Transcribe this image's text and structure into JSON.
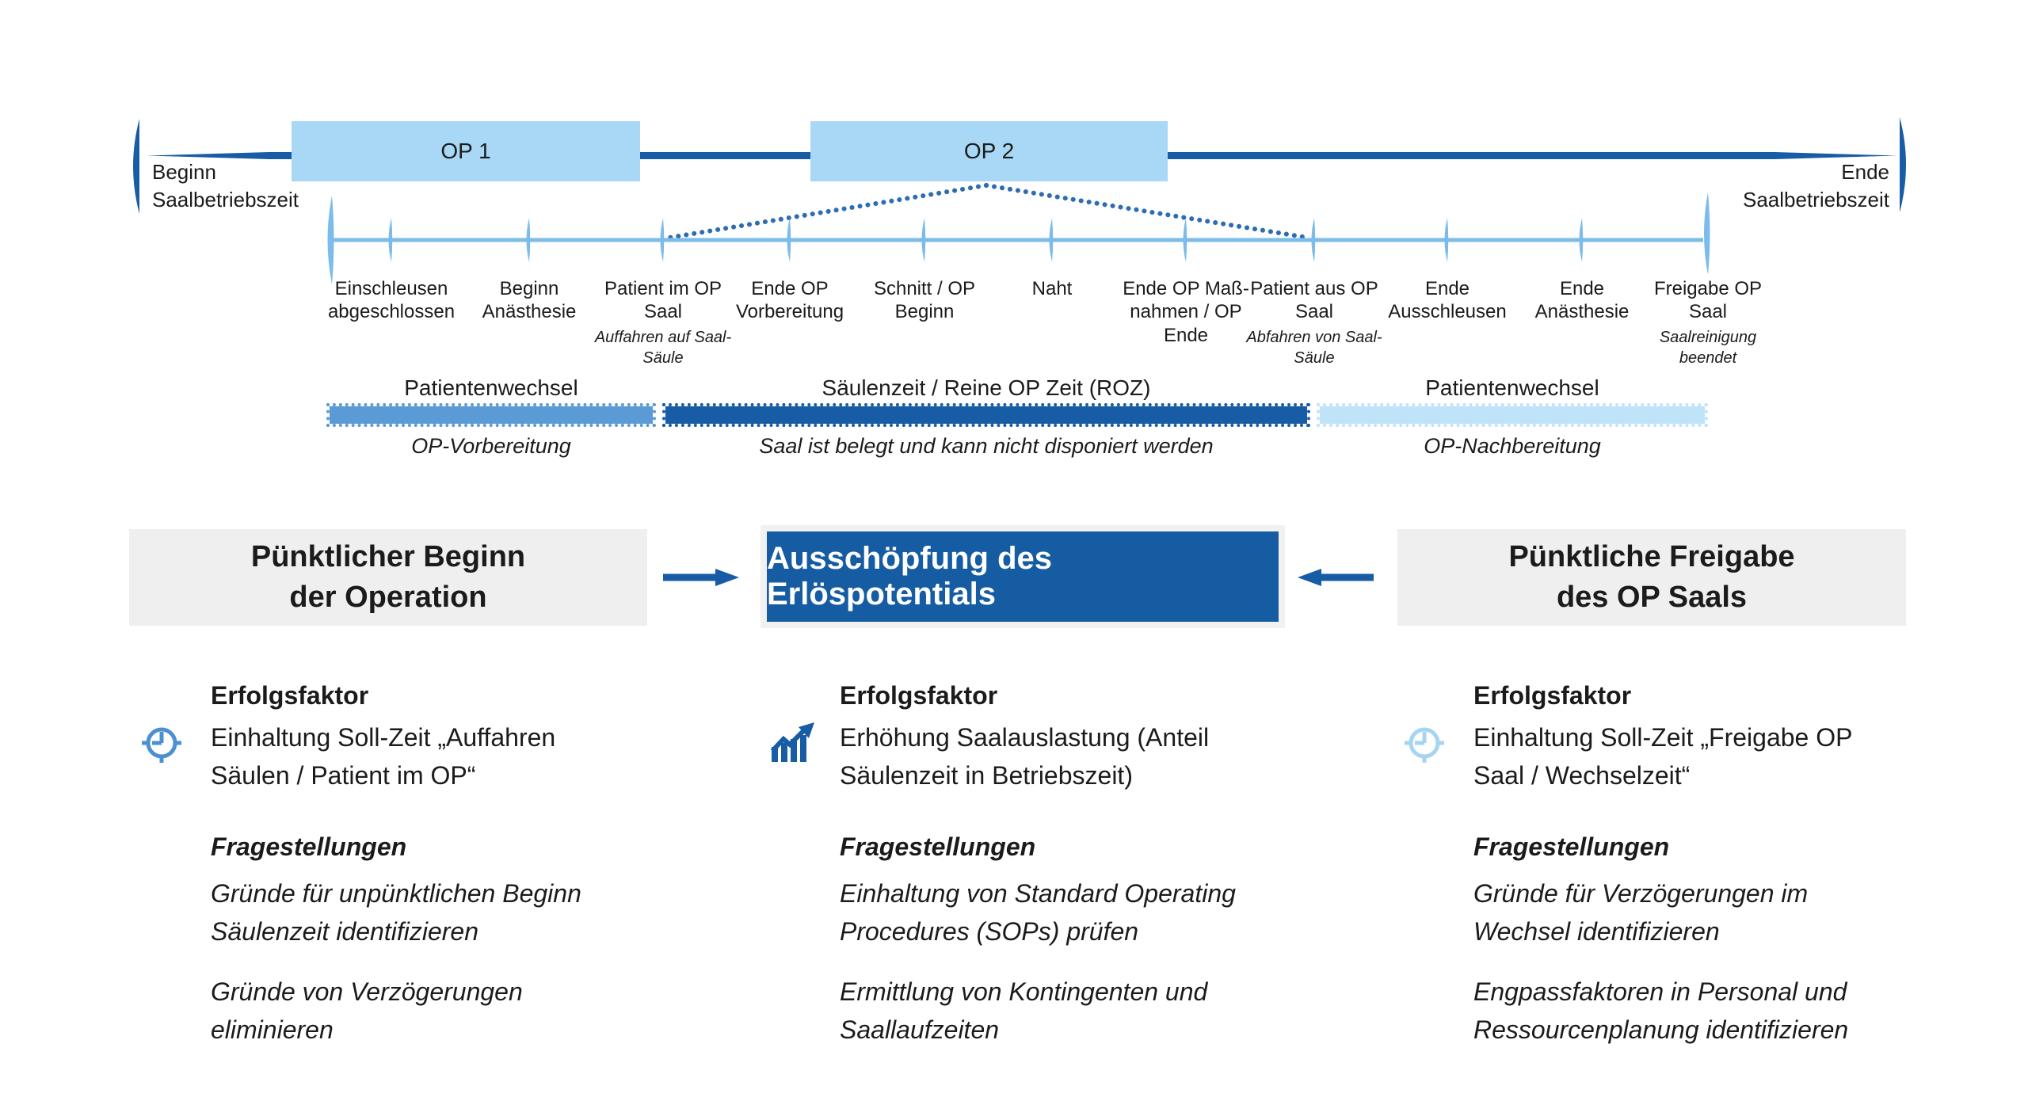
{
  "colors": {
    "dark_blue": "#175CA4",
    "medium_blue": "#5B9BD5",
    "sky_blue": "#7CBCEA",
    "pale_blue": "#BFE3F9",
    "op_box_blue": "#A9D8F6",
    "gray_box": "#EFEFEF",
    "center_box_blue": "#155CA2",
    "clock_icon_blue": "#4A90D2",
    "clock_icon_light_blue": "#A5D5F3"
  },
  "header": {
    "begin_label": "Beginn\nSaalbetriebszeit",
    "end_label": "Ende\nSaalbetriebszeit",
    "op1_label": "OP 1",
    "op2_label": "OP 2"
  },
  "events": [
    {
      "label": "Einschleusen abgeschlossen",
      "sublabel": ""
    },
    {
      "label": "Beginn Anästhesie",
      "sublabel": ""
    },
    {
      "label": "Patient im OP Saal",
      "sublabel": "Auffahren auf Saal-Säule"
    },
    {
      "label": "Ende OP Vorbereitung",
      "sublabel": ""
    },
    {
      "label": "Schnitt / OP Beginn",
      "sublabel": ""
    },
    {
      "label": "Naht",
      "sublabel": ""
    },
    {
      "label": "Ende OP Maß-nahmen / OP Ende",
      "sublabel": ""
    },
    {
      "label": "Patient aus OP Saal",
      "sublabel": "Abfahren von Saal-Säule"
    },
    {
      "label": "Ende Ausschleusen",
      "sublabel": ""
    },
    {
      "label": "Ende Anästhesie",
      "sublabel": ""
    },
    {
      "label": "Freigabe OP Saal",
      "sublabel": "Saalreinigung beendet"
    }
  ],
  "phases": [
    {
      "label": "Patientenwechsel",
      "sublabel": "OP-Vorbereitung"
    },
    {
      "label": "Säulenzeit / Reine OP Zeit (ROZ)",
      "sublabel": "Saal ist belegt und kann nicht disponiert werden"
    },
    {
      "label": "Patientenwechsel",
      "sublabel": "OP-Nachbereitung"
    }
  ],
  "flow": {
    "left_box": "Pünktlicher Beginn\nder Operation",
    "center_box": "Ausschöpfung des Erlöspotentials",
    "right_box": "Pünktliche Freigabe\ndes OP Saals"
  },
  "columns": [
    {
      "icon": "clock-icon",
      "heading": "Erfolgsfaktor",
      "text": "Einhaltung Soll-Zeit „Auffahren Säulen / Patient im OP“",
      "questions_heading": "Fragestellungen",
      "items": [
        "Gründe für unpünktlichen Beginn Säulenzeit identifizieren",
        "Gründe von Verzögerungen eliminieren"
      ]
    },
    {
      "icon": "bar-chart-icon",
      "heading": "Erfolgsfaktor",
      "text": "Erhöhung Saalauslastung (Anteil Säulenzeit in Betriebszeit)",
      "questions_heading": "Fragestellungen",
      "items": [
        "Einhaltung von Standard Operating Procedures (SOPs) prüfen",
        "Ermittlung von Kontingenten und Saallaufzeiten"
      ]
    },
    {
      "icon": "clock-icon",
      "heading": "Erfolgsfaktor",
      "text": "Einhaltung Soll-Zeit „Freigabe OP Saal / Wechselzeit“",
      "questions_heading": "Fragestellungen",
      "items": [
        "Gründe für Verzögerungen im Wechsel identifizieren",
        "Engpassfaktoren in Personal und Ressourcenplanung identifizieren"
      ]
    }
  ]
}
